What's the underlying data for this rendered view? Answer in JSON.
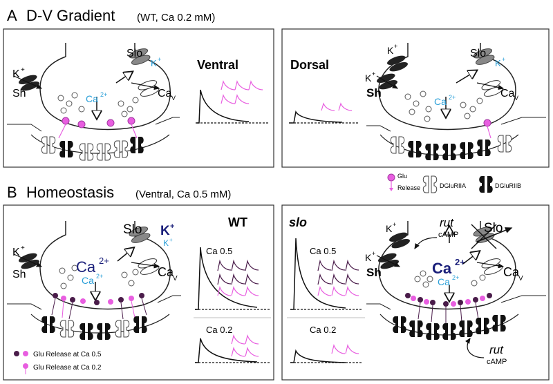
{
  "section_a": {
    "letter": "A",
    "title": "D-V Gradient",
    "subtitle": "(WT, Ca 0.2 mM)",
    "ventral": {
      "heading": "Ventral",
      "slo": "Slo",
      "k_slo": "K",
      "k_sup": "+",
      "k_sh": "K",
      "sh": "Sh",
      "ca": "Ca",
      "ca_sup": "2+",
      "cav": "Ca",
      "cav_sub": "V"
    },
    "dorsal": {
      "heading": "Dorsal",
      "slo": "Slo",
      "k_slo": "K",
      "k_sup": "+",
      "k_sh": "K",
      "sh": "Sh",
      "ca": "Ca",
      "ca_sup": "2+",
      "cav": "Ca",
      "cav_sub": "V"
    }
  },
  "legend": {
    "glu": "Glu",
    "release": "Release",
    "dgluriia": "DGluRIIA",
    "dgluriib": "DGluRIIB"
  },
  "section_b": {
    "letter": "B",
    "title": "Homeostasis",
    "subtitle": "(Ventral, Ca 0.5 mM)",
    "wt": {
      "heading": "WT",
      "slo": "Slo",
      "k_big": "K",
      "k_small": "K",
      "k_sup": "+",
      "k_sh": "K",
      "sh": "Sh",
      "ca_big": "Ca",
      "ca_small": "Ca",
      "ca_sup": "2+",
      "cav": "Ca",
      "cav_sub": "V",
      "trace_high": "Ca 0.5",
      "trace_low": "Ca 0.2",
      "legend_05": "Glu Release at Ca 0.5",
      "legend_02": "Glu Release at Ca 0.2"
    },
    "slo_mutant": {
      "heading": "slo",
      "slo": "Slo",
      "k_sh": "K",
      "k_slo": "K",
      "k_sup": "+",
      "sh": "Sh",
      "ca_big": "Ca",
      "ca_small": "Ca",
      "ca_sup": "2+",
      "cav": "Ca",
      "cav_sub": "V",
      "rut_top": "rut",
      "camp_top": "cAMP",
      "rut_bottom": "rut",
      "camp_bottom": "cAMP",
      "trace_high": "Ca 0.5",
      "trace_low": "Ca 0.2"
    }
  },
  "colors": {
    "magenta": "#e85ee0",
    "dark_purple": "#4a1c4a",
    "k_blue": "#2a9fd8",
    "ca_blue": "#2a9fd8",
    "navy": "#1a1f7a",
    "channel_gray": "#777777",
    "panel_border": "#333333"
  }
}
